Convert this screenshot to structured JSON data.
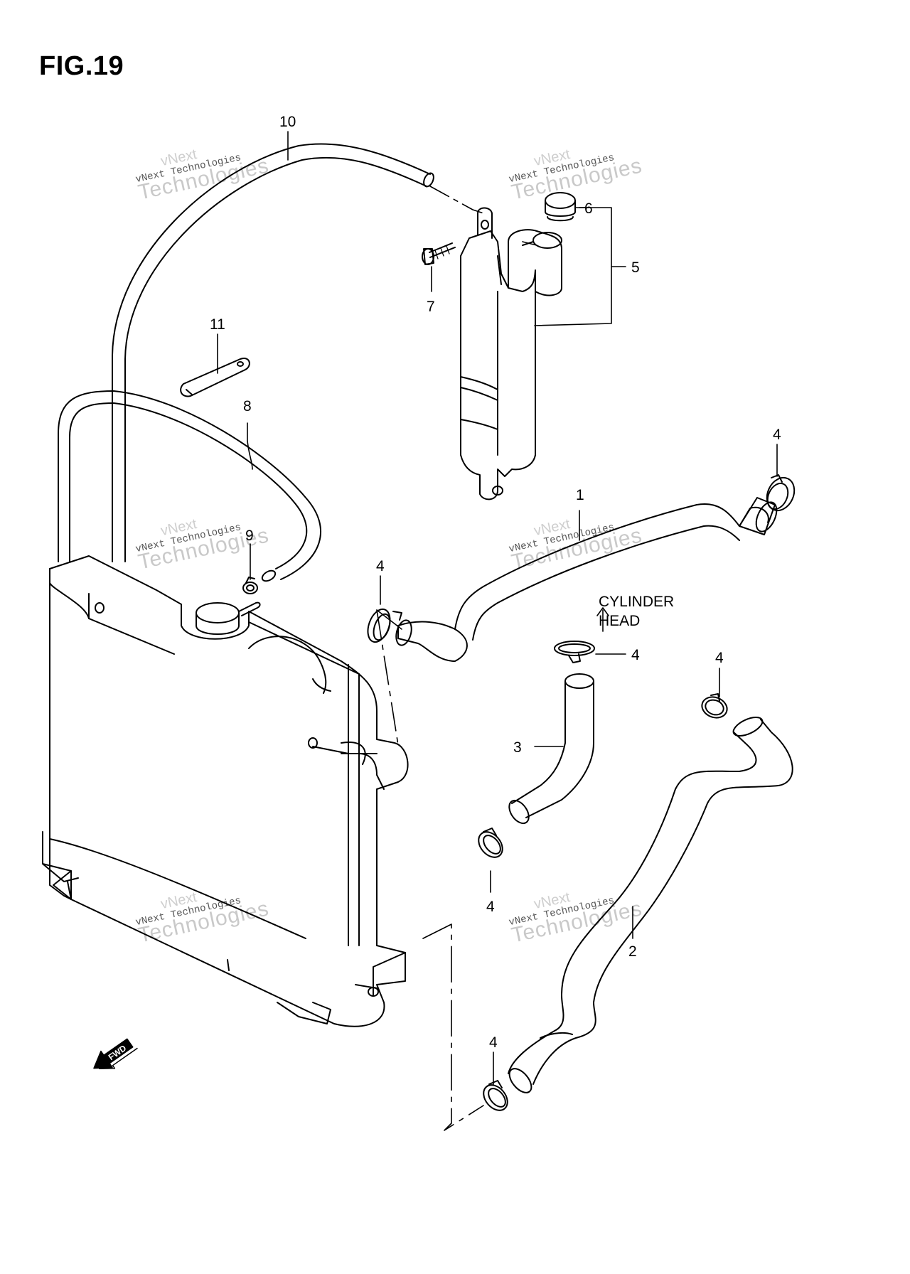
{
  "figure": {
    "title": "FIG.19"
  },
  "watermark": {
    "line1": "vNext",
    "line2": "vNext Technologies",
    "line3": "Technologies"
  },
  "callouts": [
    {
      "id": "c10",
      "label": "10"
    },
    {
      "id": "c6",
      "label": "6"
    },
    {
      "id": "c5",
      "label": "5"
    },
    {
      "id": "c7",
      "label": "7"
    },
    {
      "id": "c11",
      "label": "11"
    },
    {
      "id": "c8",
      "label": "8"
    },
    {
      "id": "c4a",
      "label": "4"
    },
    {
      "id": "c1",
      "label": "1"
    },
    {
      "id": "c9",
      "label": "9"
    },
    {
      "id": "c4b",
      "label": "4"
    },
    {
      "id": "c4c",
      "label": "4"
    },
    {
      "id": "c4d",
      "label": "4"
    },
    {
      "id": "c3",
      "label": "3"
    },
    {
      "id": "c4e",
      "label": "4"
    },
    {
      "id": "c2",
      "label": "2"
    },
    {
      "id": "c4f",
      "label": "4"
    }
  ],
  "annotations": {
    "cylinder_line1": "CYLINDER",
    "cylinder_line2": "HEAD",
    "fwd": "FWD"
  }
}
